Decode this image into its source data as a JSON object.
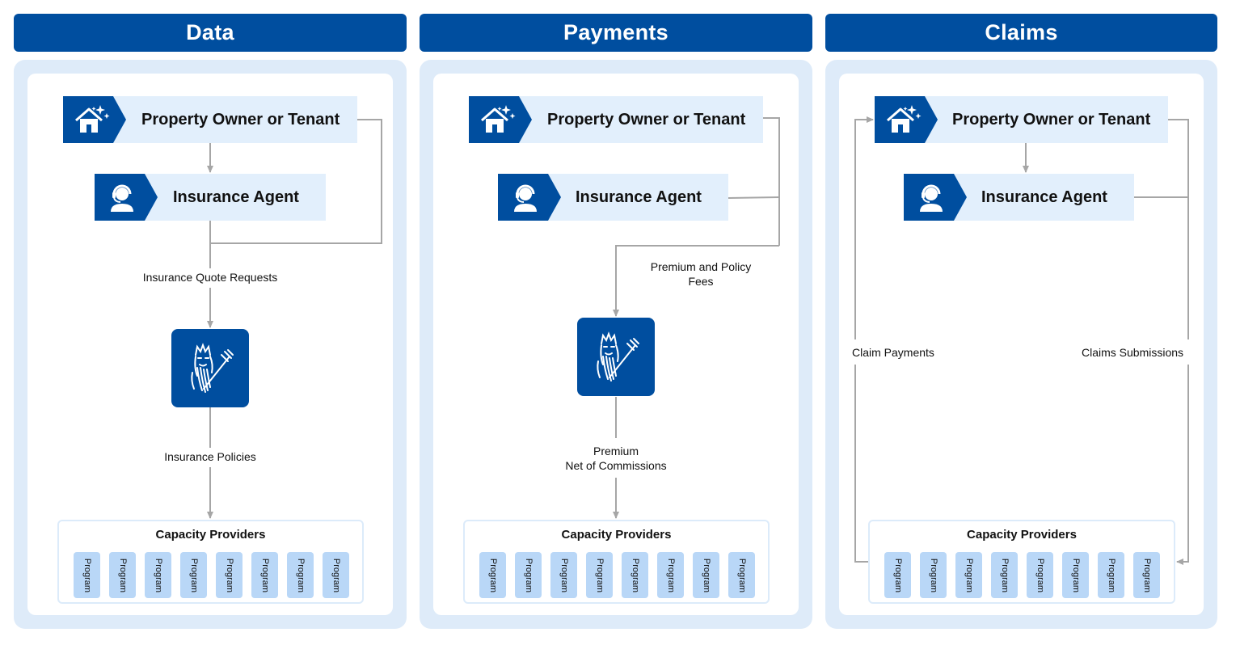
{
  "columns": [
    {
      "header": "Data",
      "owner_label": "Property Owner or Tenant",
      "agent_label": "Insurance Agent",
      "flows": [
        "Insurance Quote Requests",
        "Insurance Policies"
      ],
      "capacity": {
        "title": "Capacity Providers",
        "programs": [
          "Program",
          "Program",
          "Program",
          "Program",
          "Program",
          "Program",
          "Program",
          "Program"
        ]
      }
    },
    {
      "header": "Payments",
      "owner_label": "Property Owner or Tenant",
      "agent_label": "Insurance Agent",
      "flows": [
        "Premium and Policy\nFees",
        "Premium\nNet of Commissions"
      ],
      "capacity": {
        "title": "Capacity Providers",
        "programs": [
          "Program",
          "Program",
          "Program",
          "Program",
          "Program",
          "Program",
          "Program",
          "Program"
        ]
      }
    },
    {
      "header": "Claims",
      "owner_label": "Property Owner or Tenant",
      "agent_label": "Insurance Agent",
      "flows": [
        "Claim Payments",
        "Claims Submissions"
      ],
      "capacity": {
        "title": "Capacity Providers",
        "programs": [
          "Program",
          "Program",
          "Program",
          "Program",
          "Program",
          "Program",
          "Program",
          "Program"
        ]
      }
    }
  ],
  "icons": {
    "owner": "house-sparkle-icon",
    "agent": "headset-agent-icon",
    "logo": "poseidon-trident-logo"
  },
  "colors": {
    "primary": "#004e9f",
    "panel_bg": "#deebf9",
    "node_bg": "#e2effc",
    "program_bg": "#b9d7f7",
    "line": "#a6a6a6"
  }
}
